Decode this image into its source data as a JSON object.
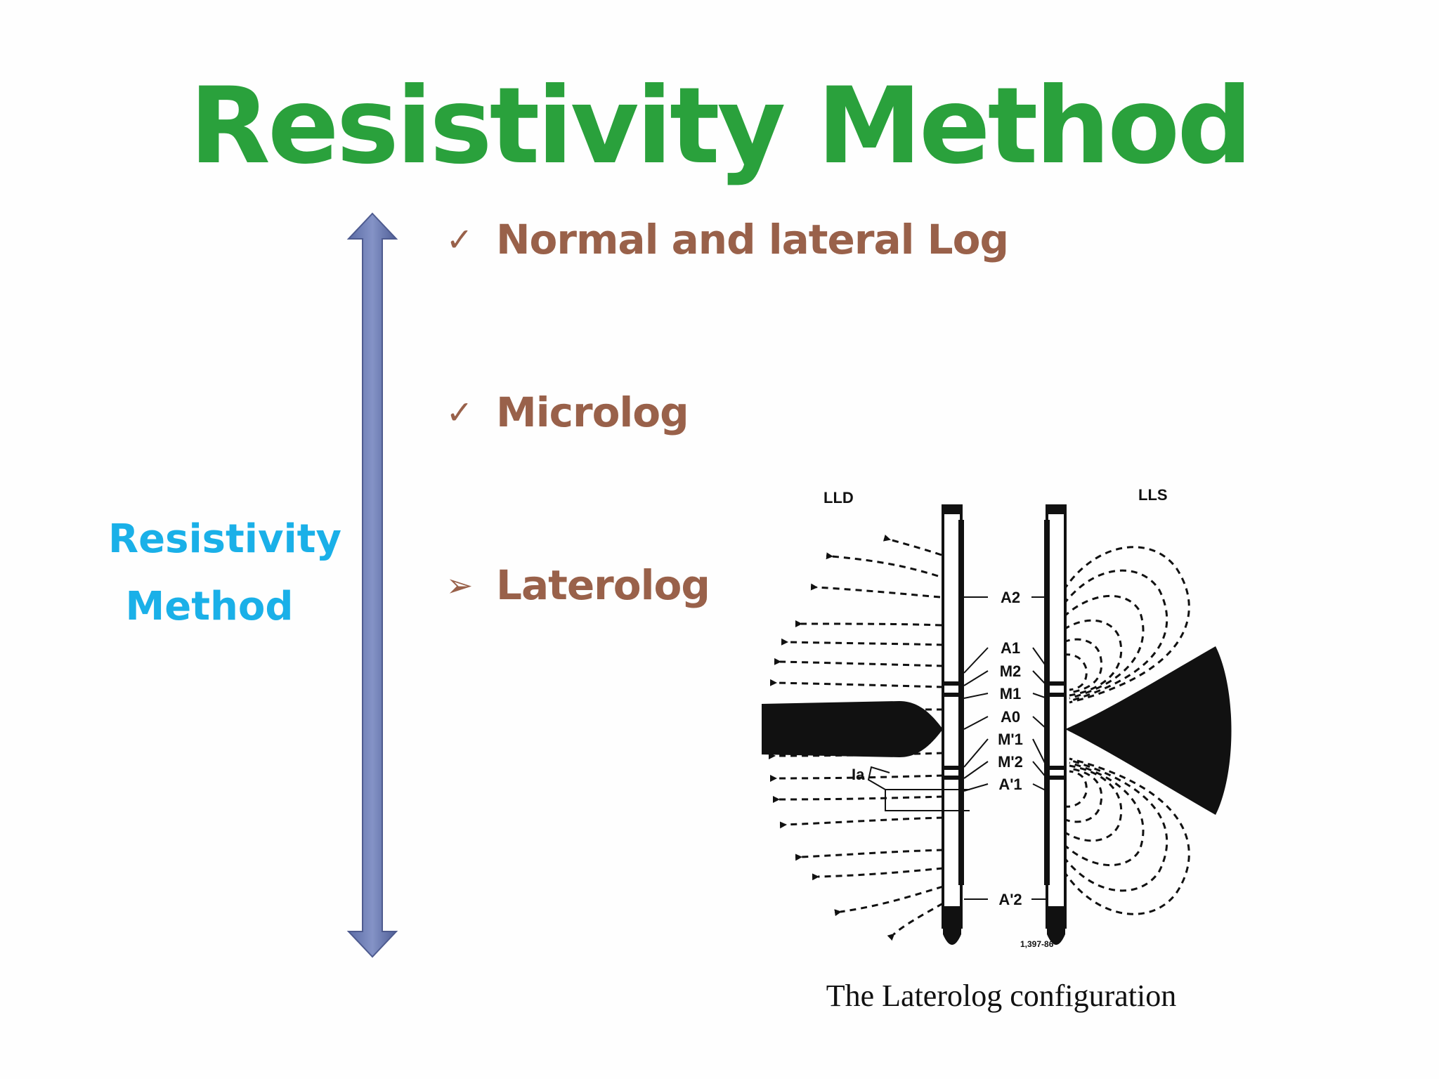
{
  "slide": {
    "title": "Resistivity Method",
    "side_label": {
      "line1": "Resistivity",
      "line2": "Method"
    },
    "bullets": [
      {
        "marker": "check-icon",
        "glyph": "✓",
        "text": "Normal and lateral Log"
      },
      {
        "marker": "check-icon",
        "glyph": "✓",
        "text": "Microlog"
      },
      {
        "marker": "arrow-bullet-icon",
        "glyph": "➢",
        "text": "Laterolog"
      }
    ],
    "figure": {
      "label_left": "LLD",
      "label_right": "LLS",
      "electrodes": [
        "A2",
        "A1",
        "M2",
        "M1",
        "A0",
        "M'1",
        "M'2",
        "A'1",
        "A'2"
      ],
      "current_label": "Ia",
      "figure_number": "1,397-86",
      "caption": "The Laterolog configuration"
    }
  },
  "colors": {
    "title": "#2aa13c",
    "side_label": "#1ab0e8",
    "bullet_text": "#99614a",
    "arrow": "#6f7fb4",
    "figure": "#111111"
  }
}
